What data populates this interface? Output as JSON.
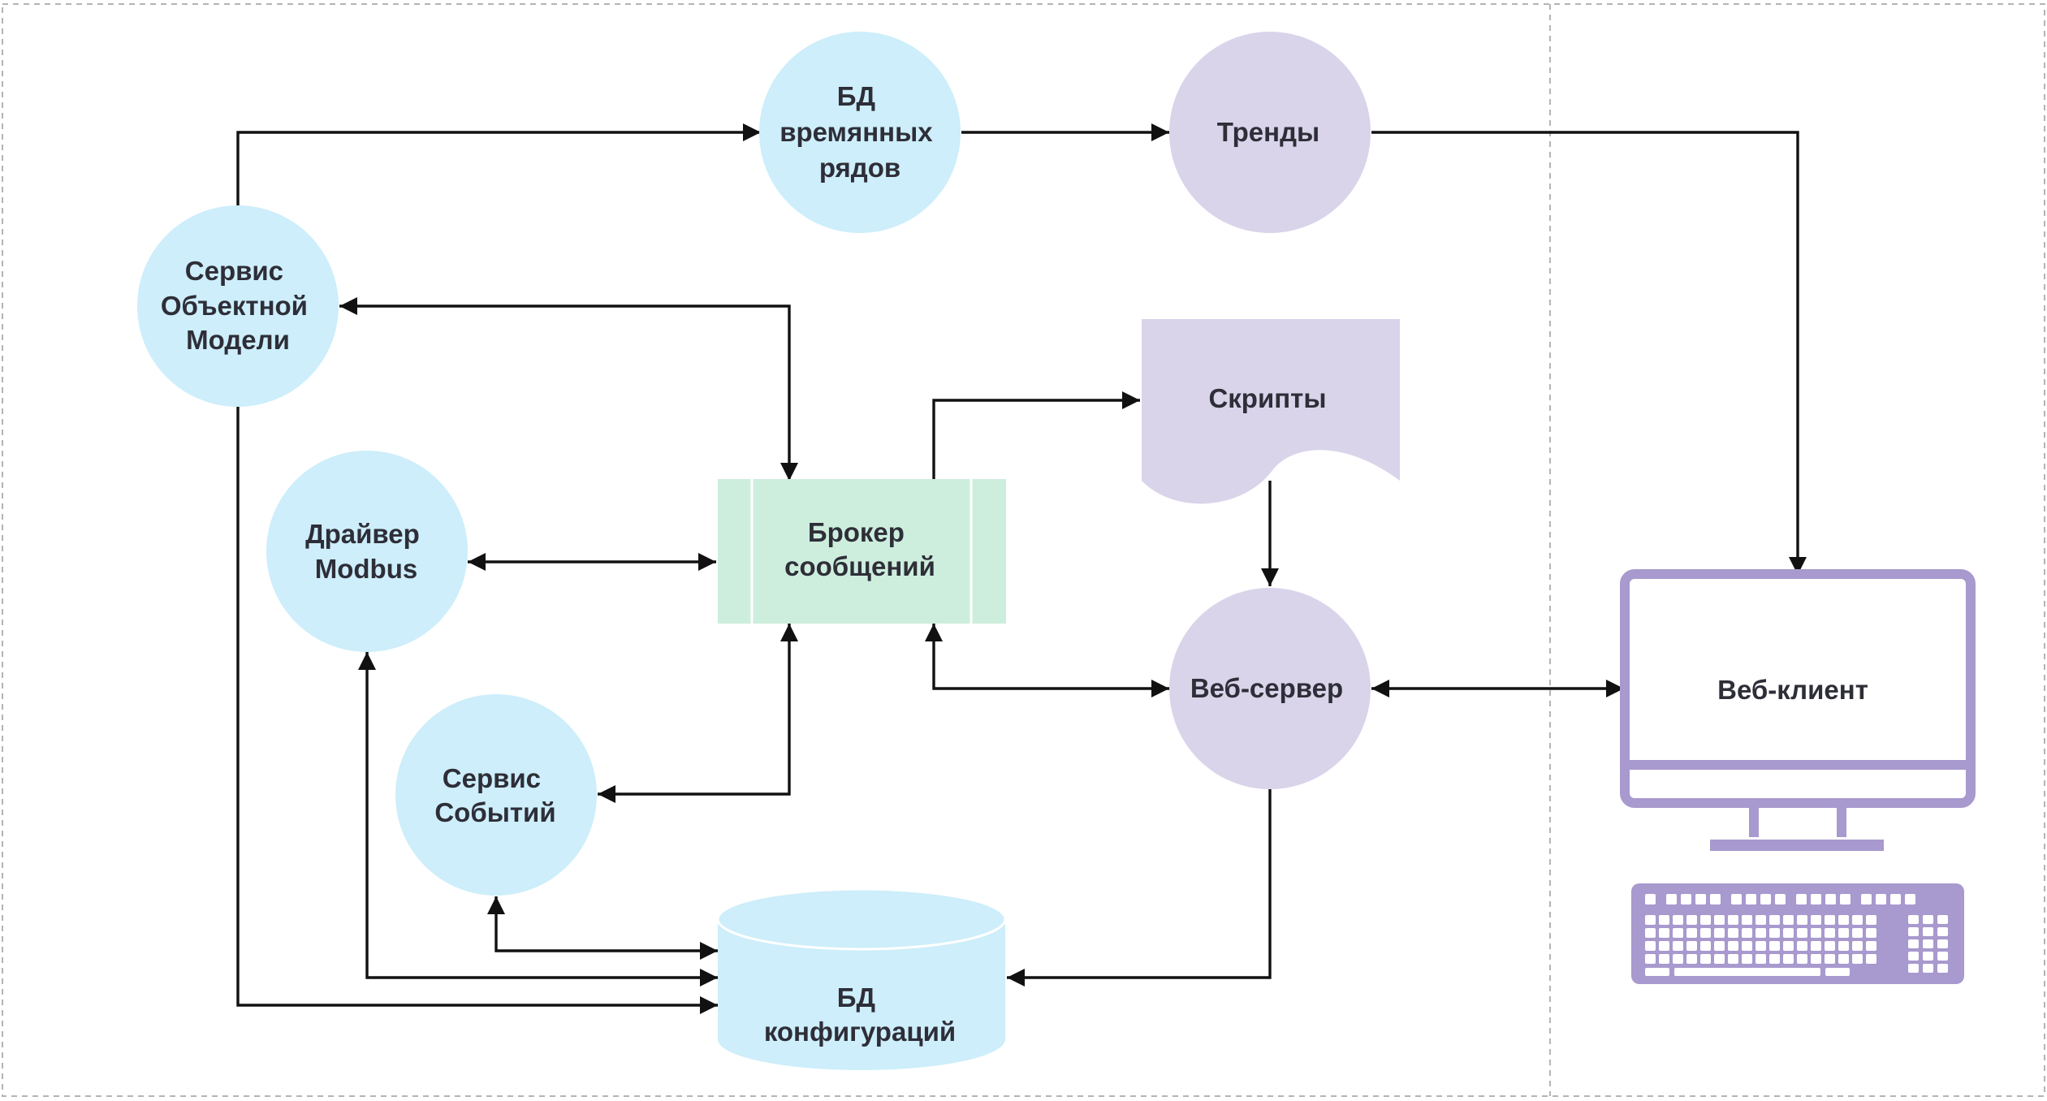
{
  "colors": {
    "service_node": "#cdeefa",
    "client_node": "#d9d4ea",
    "broker": "#cdeedd",
    "monitor": "#a899ce",
    "edge": "#111111",
    "text": "#2e2e38"
  },
  "nodes": {
    "tsdb": [
      "БД",
      "времянных",
      "рядов"
    ],
    "trends": [
      "Тренды"
    ],
    "object_model": [
      "Сервис",
      "Объектной",
      "Модели"
    ],
    "scripts": [
      "Скрипты"
    ],
    "modbus": [
      "Драйвер",
      "Modbus"
    ],
    "broker": [
      "Брокер",
      "сообщений"
    ],
    "events": [
      "Сервис",
      "Событий"
    ],
    "web_server": [
      "Веб-сервер"
    ],
    "web_client": [
      "Веб-клиент"
    ],
    "config_db": [
      "БД",
      "конфигураций"
    ]
  },
  "edges": [
    {
      "from": "object_model",
      "to": "tsdb",
      "direction": "forward"
    },
    {
      "from": "tsdb",
      "to": "trends",
      "direction": "forward"
    },
    {
      "from": "trends",
      "to": "web_client",
      "direction": "forward"
    },
    {
      "from": "object_model",
      "to": "broker",
      "direction": "both"
    },
    {
      "from": "broker",
      "to": "scripts",
      "direction": "forward"
    },
    {
      "from": "scripts",
      "to": "web_server",
      "direction": "forward"
    },
    {
      "from": "modbus",
      "to": "broker",
      "direction": "both"
    },
    {
      "from": "events",
      "to": "broker",
      "direction": "both"
    },
    {
      "from": "broker",
      "to": "web_server",
      "direction": "both"
    },
    {
      "from": "web_server",
      "to": "web_client",
      "direction": "both"
    },
    {
      "from": "events",
      "to": "config_db",
      "direction": "both"
    },
    {
      "from": "modbus",
      "to": "config_db",
      "direction": "both"
    },
    {
      "from": "object_model",
      "to": "config_db",
      "direction": "forward"
    },
    {
      "from": "web_server",
      "to": "config_db",
      "direction": "forward"
    }
  ]
}
